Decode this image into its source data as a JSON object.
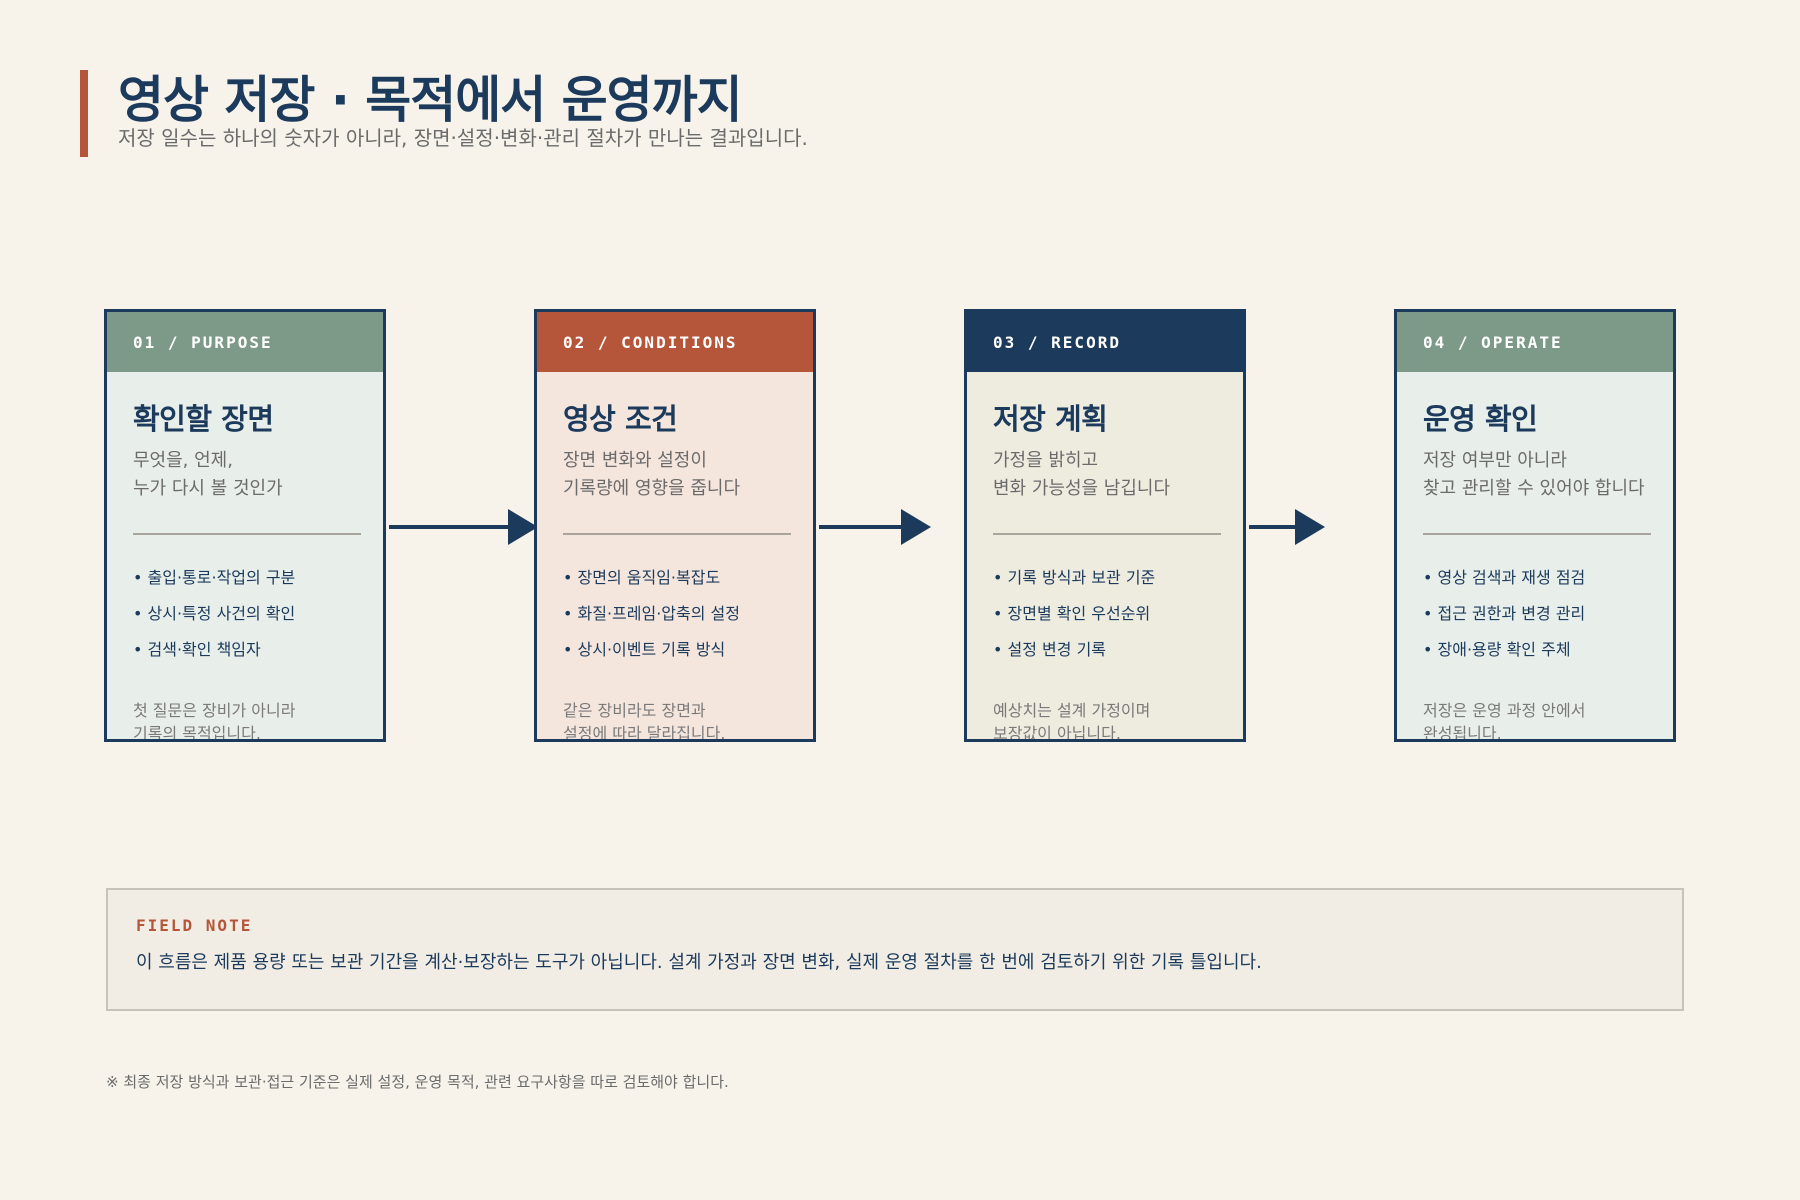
{
  "header": {
    "title": "영상 저장 · 목적에서 운영까지",
    "subtitle": "저장 일수는 하나의 숫자가 아니라, 장면·설정·변화·관리 절차가 만나는 결과입니다."
  },
  "colors": {
    "navy": "#1b3a5c",
    "rust": "#b5563b",
    "sage": "#7d9a88",
    "background": "#f7f3ea"
  },
  "cards": [
    {
      "tag": "01 / PURPOSE",
      "title": "확인할 장면",
      "desc": [
        "무엇을, 언제,",
        "누가 다시 볼 것인가"
      ],
      "items": [
        "• 출입·통로·작업의 구분",
        "• 상시·특정 사건의 확인",
        "• 검색·확인 책임자"
      ],
      "note": [
        "첫 질문은 장비가 아니라",
        "기록의 목적입니다."
      ],
      "head_color": "#7d9a88",
      "body_color": "#e8eee9"
    },
    {
      "tag": "02 / CONDITIONS",
      "title": "영상 조건",
      "desc": [
        "장면 변화와 설정이",
        "기록량에 영향을 줍니다"
      ],
      "items": [
        "• 장면의 움직임·복잡도",
        "• 화질·프레임·압축의 설정",
        "• 상시·이벤트 기록 방식"
      ],
      "note": [
        "같은 장비라도 장면과",
        "설정에 따라 달라집니다."
      ],
      "head_color": "#b5563b",
      "body_color": "#f5e6dd"
    },
    {
      "tag": "03 / RECORD",
      "title": "저장 계획",
      "desc": [
        "가정을 밝히고",
        "변화 가능성을 남깁니다"
      ],
      "items": [
        "• 기록 방식과 보관 기준",
        "• 장면별 확인 우선순위",
        "• 설정 변경 기록"
      ],
      "note": [
        "예상치는 설계 가정이며",
        "보장값이 아닙니다."
      ],
      "head_color": "#1b3a5c",
      "body_color": "#eeebdf"
    },
    {
      "tag": "04 / OPERATE",
      "title": "운영 확인",
      "desc": [
        "저장 여부만 아니라",
        "찾고 관리할 수 있어야 합니다"
      ],
      "items": [
        "• 영상 검색과 재생 점검",
        "• 접근 권한과 변경 관리",
        "• 장애·용량 확인 주체"
      ],
      "note": [
        "저장은 운영 과정 안에서",
        "완성됩니다."
      ],
      "head_color": "#7d9a88",
      "body_color": "#e8eee9"
    }
  ],
  "field_note": {
    "label": "FIELD NOTE",
    "text": "이 흐름은 제품 용량 또는 보관 기간을 계산·보장하는 도구가 아닙니다. 설계 가정과 장면 변화, 실제 운영 절차를 한 번에 검토하기 위한 기록 틀입니다."
  },
  "footer": "※ 최종 저장 방식과 보관·접근 기준은 실제 설정, 운영 목적, 관련 요구사항을 따로 검토해야 합니다."
}
